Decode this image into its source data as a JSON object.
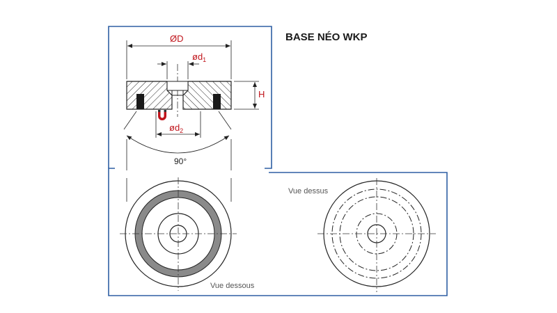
{
  "title": "BASE NÉO WKP",
  "dimensions": {
    "outer_diameter": "ØD",
    "hole_diameter": "ød",
    "hole_sub": "1",
    "counterbore_diameter": "ød",
    "counterbore_sub": "2",
    "height": "H",
    "angle": "90°"
  },
  "views": {
    "bottom": "Vue dessous",
    "top": "Vue dessus"
  },
  "colors": {
    "frame": "#2e5fa3",
    "label_red": "#c0141b",
    "magnet_ring": "#8a8a8a",
    "rubber": "#1a1a1a"
  },
  "icons": {
    "magnet": "magnet-icon"
  }
}
